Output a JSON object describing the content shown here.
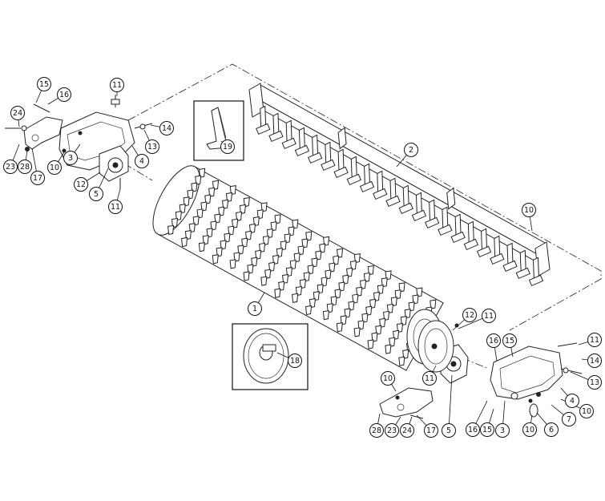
{
  "callouts": [
    {
      "id": "c1",
      "label": "1"
    },
    {
      "id": "c2",
      "label": "2"
    },
    {
      "id": "c3",
      "label": "3"
    },
    {
      "id": "c4",
      "label": "4"
    },
    {
      "id": "c5",
      "label": "5"
    },
    {
      "id": "c6",
      "label": "6"
    },
    {
      "id": "c7",
      "label": "7"
    },
    {
      "id": "c10",
      "label": "10"
    },
    {
      "id": "c11",
      "label": "11"
    },
    {
      "id": "c12",
      "label": "12"
    },
    {
      "id": "c13",
      "label": "13"
    },
    {
      "id": "c14",
      "label": "14"
    },
    {
      "id": "c15",
      "label": "15"
    },
    {
      "id": "c16",
      "label": "16"
    },
    {
      "id": "c17",
      "label": "17"
    },
    {
      "id": "c18",
      "label": "18"
    },
    {
      "id": "c19",
      "label": "19"
    },
    {
      "id": "c23",
      "label": "23"
    },
    {
      "id": "c24",
      "label": "24"
    },
    {
      "id": "c28",
      "label": "28"
    }
  ]
}
